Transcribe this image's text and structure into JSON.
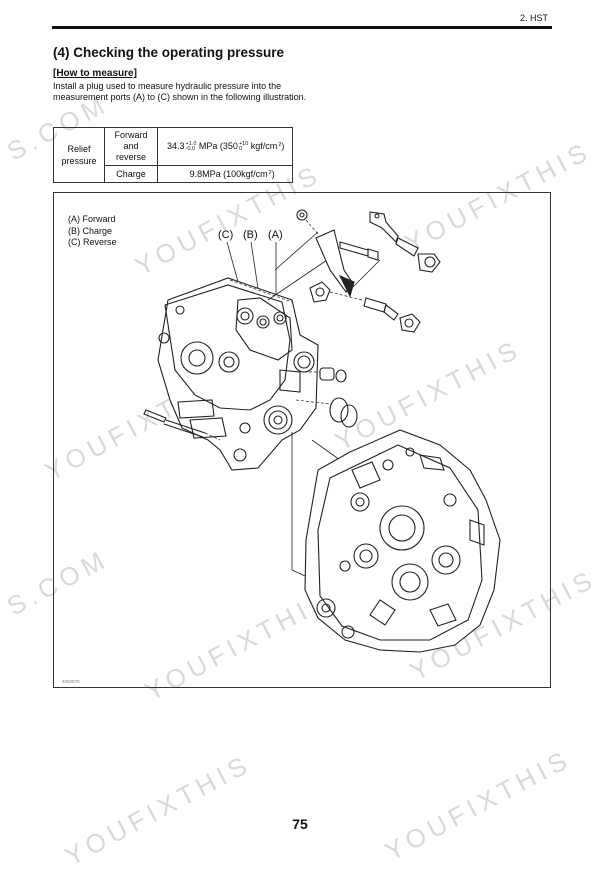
{
  "header": {
    "section": "2. HST"
  },
  "heading": "(4) Checking the operating pressure",
  "subheading": "[How to measure]",
  "instructions": "Install a plug used to measure hydraulic pressure into the measurement ports (A) to (C) shown in the following illustration.",
  "spec_table": {
    "row_label_line1": "Relief",
    "row_label_line2": "pressure",
    "row1": {
      "label_line1": "Forward",
      "label_line2": "and",
      "label_line3": "reverse",
      "value_main": "34.3",
      "value_tol_plus": "+1.0",
      "value_tol_minus": "-0.0",
      "value_mid": "MPa (350",
      "value_tol2_plus": "+10",
      "value_tol2_minus": "0",
      "value_end": "kgf/cm",
      "value_exp": "2",
      "value_close": ")"
    },
    "row2": {
      "label": "Charge",
      "value": "9.8MPa (100kgf/cm",
      "value_exp": "2",
      "value_close": ")"
    }
  },
  "figure": {
    "legend": [
      "(A) Forward",
      "(B) Charge",
      "(C) Reverse"
    ],
    "callouts": [
      "(C)",
      "(B)",
      "(A)"
    ],
    "figure_id": "3202570"
  },
  "watermark": {
    "text_long": "YOUFIXTHIS",
    "text_com": "S.COM"
  },
  "page_number": "75"
}
